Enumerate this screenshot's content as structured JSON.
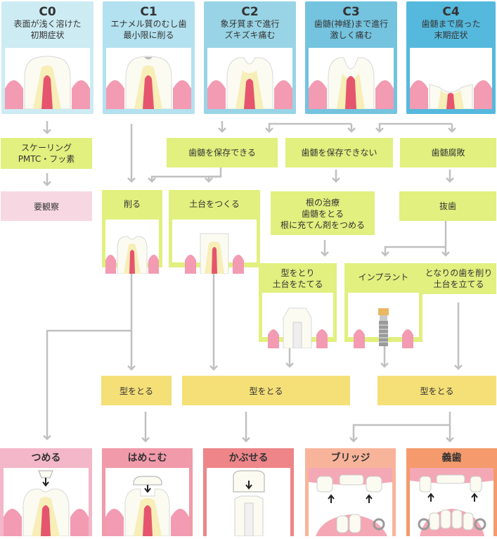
{
  "stages": [
    {
      "code": "C0",
      "desc": "表面が浅く溶けた\n初期症状"
    },
    {
      "code": "C1",
      "desc": "エナメル質のむし歯\n最小限に削る"
    },
    {
      "code": "C2",
      "desc": "象牙質まで進行\nズキズキ痛む"
    },
    {
      "code": "C3",
      "desc": "歯髄(神経)まで進行\n激しく痛む"
    },
    {
      "code": "C4",
      "desc": "歯髄まで腐った\n末期症状"
    }
  ],
  "steps": {
    "scaling": "スケーリング\nPMTC・フッ素",
    "observe": "要観察",
    "pulp_keep": "歯髄を保存できる",
    "pulp_nokeep": "歯髄を保存できない",
    "pulp_rot": "歯髄腐敗",
    "cut": "削る",
    "base": "土台をつくる",
    "root": "根の治療\n歯髄をとる\n根に充てん剤をつめる",
    "extract": "抜歯",
    "mold_base": "型をとり\n土台をたてる",
    "implant": "インプラント",
    "neighbor": "となりの歯を削り\n土台を立てる",
    "impression1": "型をとる",
    "impression2": "型をとる",
    "impression3": "型をとる"
  },
  "results": {
    "fill": "つめる",
    "inlay": "はめこむ",
    "crown": "かぶせる",
    "bridge": "ブリッジ",
    "denture": "義歯"
  },
  "colors": {
    "stage_bg": [
      "#cdebf3",
      "#b3e1ef",
      "#98d4e6",
      "#74c3df",
      "#55b9dd"
    ],
    "result_bg": [
      "#f3b7c9",
      "#f19aaa",
      "#ed8589",
      "#f8b49a",
      "#f49a6c"
    ],
    "green": "#e1f07e",
    "yellow": "#f5df77",
    "pink": "#f7d8e2",
    "arrow": "#c0c0c0"
  }
}
